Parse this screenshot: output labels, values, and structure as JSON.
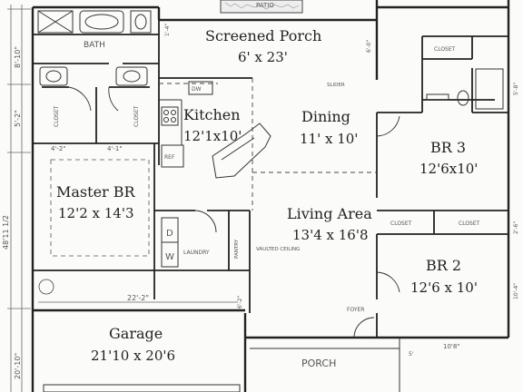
{
  "rooms": {
    "screened_porch": {
      "name": "Screened Porch",
      "size": "6' x 23'"
    },
    "kitchen": {
      "name": "Kitchen",
      "size": "12'1x10'"
    },
    "dining": {
      "name": "Dining",
      "size": "11' x 10'"
    },
    "br3": {
      "name": "BR 3",
      "size": "12'6x10'"
    },
    "master": {
      "name": "Master BR",
      "size": "12'2 x 14'3"
    },
    "living": {
      "name": "Living Area",
      "size": "13'4 x 16'8"
    },
    "br2": {
      "name": "BR 2",
      "size": "12'6 x 10'"
    },
    "garage": {
      "name": "Garage",
      "size": "21'10 x 20'6"
    }
  },
  "labels": {
    "bath": "BATH",
    "closet_left": "CLOSET",
    "closet_mid": "CLOSET",
    "closet_br3": "CLOSET",
    "closet_br2_left": "CLOSET",
    "closet_br2_right": "CLOSET",
    "laundry": "LAUNDRY",
    "pantry": "PANTRY",
    "porch": "PORCH",
    "foyer": "FOYER",
    "patio": "PATIO",
    "dw": "DW",
    "ref": "REF",
    "washer": "W",
    "dryer": "D",
    "slider": "SLIDER",
    "vaulted": "VAULTED CEILING"
  },
  "dimensions": {
    "overall_height": "48'11 1/2",
    "garage_width": "22'-2\"",
    "garage_depth": "20'-10\"",
    "bath_h": "8'-10\"",
    "closets_h": "5'-2\"",
    "closet_w1": "4'-2\"",
    "closet_w2": "4'-1\"",
    "porch_w": "10'8\"",
    "dim_6_0": "6'-0\"",
    "dim_1_4": "1'-4\"",
    "dim_5_8": "5'-8\"",
    "dim_10_4": "10'-4\"",
    "dim_2_6": "2'-6\"",
    "dim_5": "5'",
    "dim_6_2": "6'-2\""
  }
}
